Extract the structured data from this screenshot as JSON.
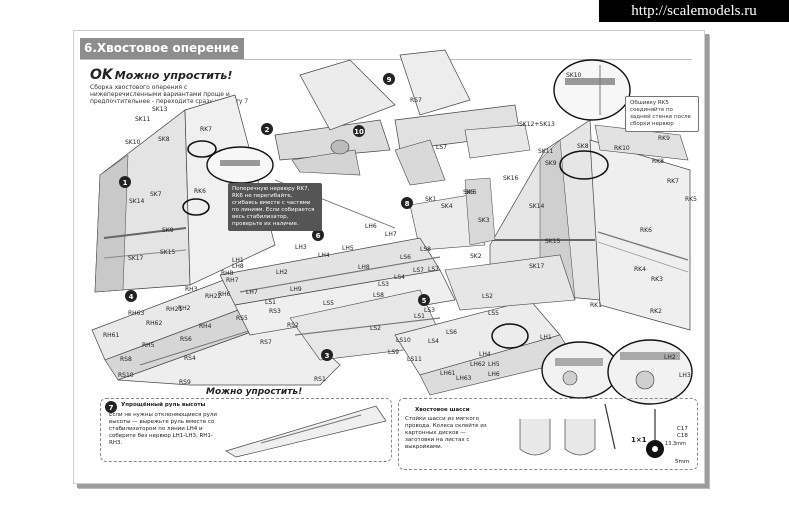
{
  "watermark": "http://scalemodels.ru",
  "section": {
    "title": "6.Хвостовое оперение"
  },
  "ok_banner": {
    "logo": "OK",
    "heading": "Можно упростить!",
    "text": "Сборка хвостового оперения с нижеперечисленными вариантами проще и предпочтительнее - переходите сразу к пункту 7"
  },
  "steps": [
    "1",
    "2",
    "3",
    "4",
    "5",
    "6",
    "7",
    "8",
    "9",
    "10"
  ],
  "callouts": {
    "rk_rib": "Поперечную нервюру RK7, RK6 не перегибайте, сгибаясь вместе с частями по линиям. Если собирается весь стабилизатор, проверьте их наличие.",
    "sk10": "Обшивку RK5 соединяйте по задней стенке после сборки нервюр"
  },
  "simplified_elevator": {
    "heading": "Можно упростить!",
    "title": "Упрощённый руль высоты",
    "text": "Если не нужны отклоняющиеся рули высоты — вырежьте руль вместе со стабилизатором по линии LH4 и соберите без нервюр LH1-LH3, RH1-RH3."
  },
  "tail_wheel": {
    "title": "Хвостовое шасси",
    "text": "Стойки шасси из мягкого провода. Колеса склейте из картонных дисков — заготовки на листах с выкройками.",
    "scale": "1×1",
    "dims": [
      "C17",
      "C18",
      "5mm",
      "13.3mm"
    ]
  },
  "part_labels": {
    "left_fin": [
      "SK13",
      "SK11",
      "SK10",
      "SK8",
      "SK7",
      "SK14",
      "SK9",
      "SK15",
      "SK17",
      "RK7",
      "RK6"
    ],
    "right_fin": [
      "SK10",
      "SK9",
      "SK11",
      "SK12+SK13",
      "SK8",
      "SK16",
      "SK14",
      "SK15",
      "SK17",
      "SK5",
      "SK4",
      "SK3",
      "SK1",
      "SK2",
      "SK6"
    ],
    "rudder": [
      "RK9",
      "RK10",
      "RK8",
      "RK7",
      "RK5",
      "RK6",
      "RK4",
      "RK3",
      "RK2",
      "RK1"
    ],
    "elev_left": [
      "RH8",
      "RH7",
      "RH6",
      "RH63",
      "RH62",
      "RH61",
      "RH5",
      "RH4",
      "RH3",
      "RH2",
      "RH22",
      "RH21",
      "RS5",
      "RS6",
      "RS7",
      "RS1",
      "RS2",
      "RS3",
      "RS4",
      "RS8",
      "RS10",
      "RS9",
      "LH7",
      "LH8"
    ],
    "stab_mid": [
      "LH1",
      "LH2",
      "LH3",
      "LH4",
      "LH5",
      "LH6",
      "LH7",
      "LH8",
      "LH9",
      "LS1",
      "LS2",
      "LS3",
      "LS4",
      "LS5",
      "LS6",
      "LS7",
      "LS8",
      "LS9",
      "LS10",
      "LS11"
    ],
    "stab_right": [
      "LS1",
      "LS2",
      "LS3",
      "LS4",
      "LS5",
      "LS6",
      "LS7",
      "LS8",
      "LH61",
      "LH62",
      "LH63",
      "LH4",
      "LH5",
      "LH6",
      "LH1",
      "LH2",
      "LH3"
    ],
    "fuselage": [
      "RS7",
      "LS7"
    ]
  }
}
